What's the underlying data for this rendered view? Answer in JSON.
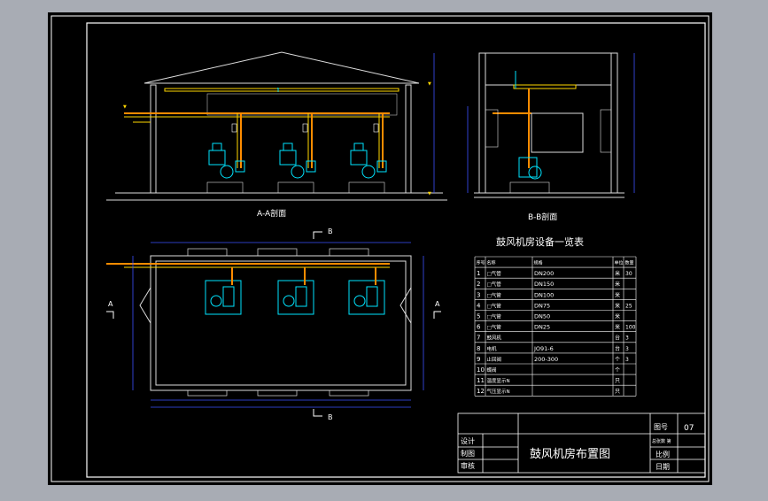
{
  "drawing": {
    "section_aa_label": "A-A剖面",
    "section_bb_label": "B-B剖面",
    "plan_cut_b_top": "B",
    "plan_cut_b_bottom": "B",
    "plan_cut_a_left": "A",
    "plan_cut_a_right": "A",
    "colors": {
      "background": "#000000",
      "outer_bg": "#a8acb4",
      "frame": "#ffffff",
      "pipe_air": "#ff8c00",
      "pipe_yellow": "#ffd700",
      "equipment": "#00e5ff",
      "dimension": "#3c50ff",
      "wall": "#e0e0e0"
    }
  },
  "equipment_table": {
    "title": "鼓风机房设备一览表",
    "headers": [
      "序号",
      "名称",
      "规格",
      "单位",
      "数量"
    ],
    "rows": [
      {
        "no": "1",
        "name": "□气管",
        "spec": "DN200",
        "unit": "米",
        "qty": "30"
      },
      {
        "no": "2",
        "name": "□气管",
        "spec": "DN150",
        "unit": "米",
        "qty": ""
      },
      {
        "no": "3",
        "name": "□气管",
        "spec": "DN100",
        "unit": "米",
        "qty": ""
      },
      {
        "no": "4",
        "name": "□气管",
        "spec": "DN75",
        "unit": "米",
        "qty": "25"
      },
      {
        "no": "5",
        "name": "□气管",
        "spec": "DN50",
        "unit": "米",
        "qty": ""
      },
      {
        "no": "6",
        "name": "□气管",
        "spec": "DN25",
        "unit": "米",
        "qty": "100"
      },
      {
        "no": "7",
        "name": "鼓风机",
        "spec": "",
        "unit": "台",
        "qty": "3"
      },
      {
        "no": "8",
        "name": "电机",
        "spec": "JO91-6",
        "unit": "台",
        "qty": "3"
      },
      {
        "no": "9",
        "name": "止回阀",
        "spec": "200-300",
        "unit": "个",
        "qty": "3"
      },
      {
        "no": "10",
        "name": "蝶阀",
        "spec": "",
        "unit": "个",
        "qty": ""
      },
      {
        "no": "11",
        "name": "温度显示N",
        "spec": "",
        "unit": "只",
        "qty": ""
      },
      {
        "no": "12",
        "name": "气压显示N",
        "spec": "",
        "unit": "只",
        "qty": ""
      }
    ]
  },
  "title_block": {
    "design": "设计",
    "draft": "制图",
    "review": "审核",
    "drawing_title": "鼓风机房布置图",
    "drawing_no_label": "图号",
    "drawing_no_value": "07",
    "scale_label": "比例",
    "date_label": "日期",
    "sheet_label": "总张数 第"
  }
}
